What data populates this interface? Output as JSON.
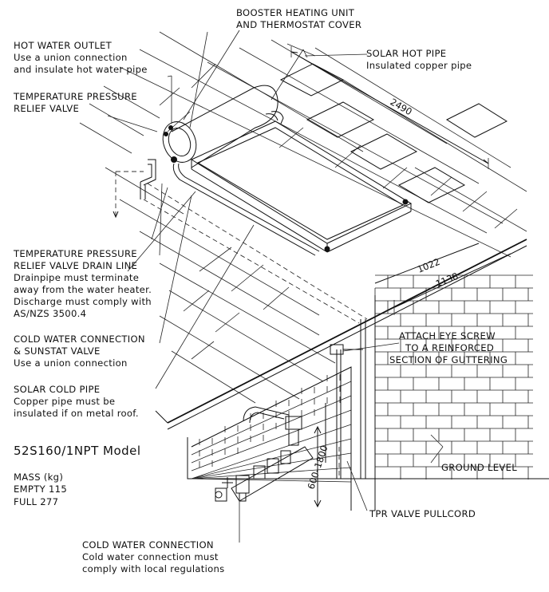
{
  "labels": {
    "booster": [
      "BOOSTER HEATING UNIT",
      "AND THERMOSTAT COVER"
    ],
    "hot_outlet": [
      "HOT WATER OUTLET",
      "Use a union connection",
      "and insulate hot water pipe"
    ],
    "solar_hot": [
      "SOLAR HOT PIPE",
      "Insulated copper pipe"
    ],
    "tpr_valve": [
      "TEMPERATURE PRESSURE",
      "RELIEF VALVE"
    ],
    "tpr_drain": [
      "TEMPERATURE PRESSURE",
      "RELIEF VALVE DRAIN LINE",
      "Drainpipe must terminate",
      "away from the water heater.",
      "Discharge must comply with",
      "AS/NZS 3500.4"
    ],
    "cold_sunstat": [
      "COLD WATER CONNECTION",
      "& SUNSTAT VALVE",
      "Use a union connection"
    ],
    "solar_cold": [
      "SOLAR COLD PIPE",
      "Copper pipe must be",
      "insulated if on metal roof."
    ],
    "eye_screw": [
      "ATTACH EYE SCREW",
      "TO A REINFORCED",
      "SECTION OF GUTTERING"
    ],
    "ground": "GROUND LEVEL",
    "pullcord": "TPR VALVE PULLCORD",
    "cold_conn": [
      "COLD WATER CONNECTION",
      "Cold water connection must",
      "comply with local regulations"
    ]
  },
  "model": {
    "name": "52S160/1NPT Model",
    "mass_title": "MASS (kg)",
    "empty": "EMPTY 115",
    "full": "FULL  277"
  },
  "dimensions": {
    "length": "2490",
    "width_inner": "1022",
    "width_outer": "1138",
    "height": "600–1800"
  }
}
